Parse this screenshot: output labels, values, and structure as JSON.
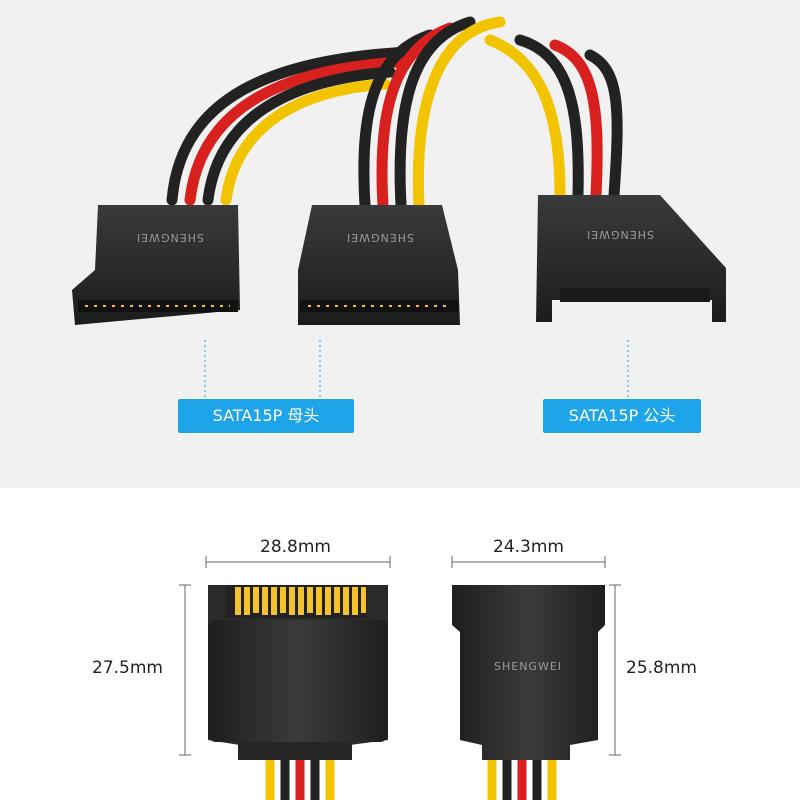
{
  "labels": {
    "female": "SATA15P 母头",
    "male": "SATA15P 公头"
  },
  "dimensions": {
    "female_width": "28.8mm",
    "female_height": "27.5mm",
    "male_width": "24.3mm",
    "male_height": "25.8mm"
  },
  "brand": "SHENGWEI",
  "colors": {
    "label_blue": "#1ea4e9",
    "wire_red": "#d8201e",
    "wire_yellow": "#f2c400",
    "wire_black": "#222222",
    "connector": "#2b2b2b",
    "pin_gold": "#f3c22c"
  }
}
